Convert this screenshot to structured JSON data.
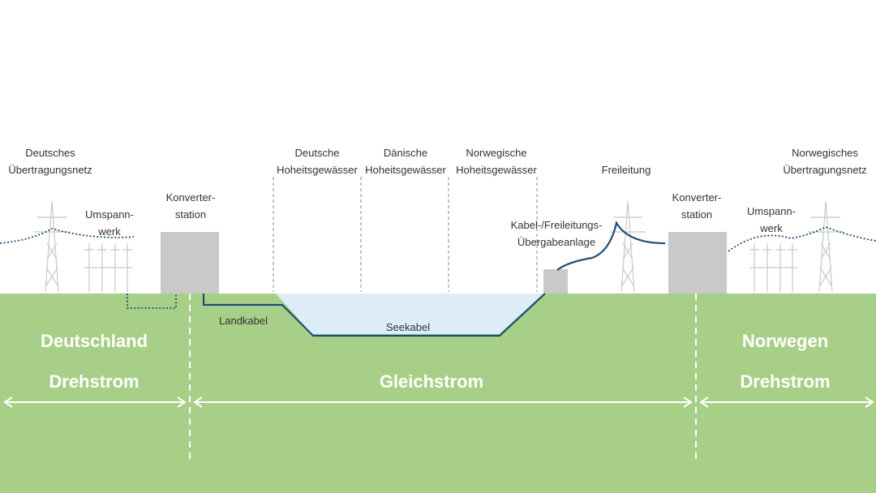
{
  "labels": {
    "de_grid": [
      "Deutsches",
      "Übertragungsnetz"
    ],
    "de_substation": [
      "Umspann-",
      "werk"
    ],
    "de_converter": [
      "Konverter-",
      "station"
    ],
    "de_waters": [
      "Deutsche",
      "Hoheitsgewässer"
    ],
    "dk_waters": [
      "Dänische",
      "Hoheitsgewässer"
    ],
    "no_waters": [
      "Norwegische",
      "Hoheitsgewässer"
    ],
    "overhead_line": "Freileitung",
    "transition": [
      "Kabel-/Freileitungs-",
      "Übergabeanlage"
    ],
    "no_converter": [
      "Konverter-",
      "station"
    ],
    "no_substation": [
      "Umspann-",
      "werk"
    ],
    "no_grid": [
      "Norwegisches",
      "Übertragungsnetz"
    ],
    "land_cable": "Landkabel",
    "sea_cable": "Seekabel"
  },
  "regions": {
    "germany": "Deutschland",
    "norway": "Norwegen",
    "ac_left": "Drehstrom",
    "dc": "Gleichstrom",
    "ac_right": "Drehstrom"
  },
  "colors": {
    "ground": "#a8cf88",
    "water": "#dcedf7",
    "cable": "#1e4e78",
    "building": "#c9c9c9",
    "pylon": "#c8c8c8",
    "text": "#333333",
    "region_text": "#ffffff"
  }
}
